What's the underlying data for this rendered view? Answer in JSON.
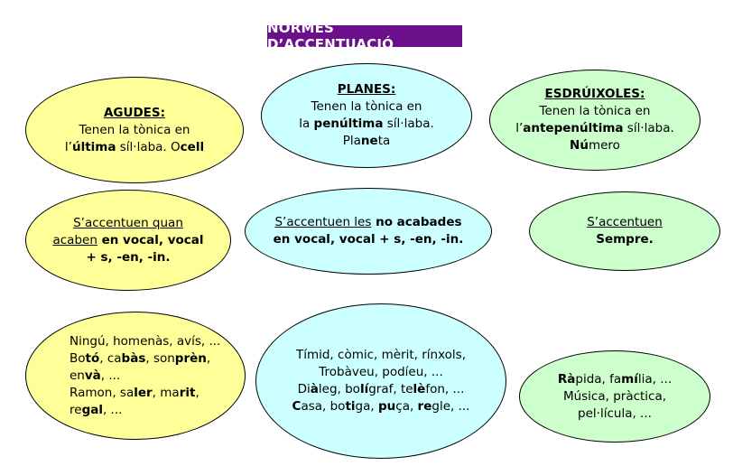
{
  "title": "NORMES D’ACCENTUACIÓ",
  "row1": {
    "agudes": {
      "heading": "AGUDES:",
      "l1": "Tenen la tònica en",
      "l2a": "l’",
      "l2b": "última",
      "l2c": " síl·laba. O",
      "l2d": "cell"
    },
    "planes": {
      "heading": "PLANES:",
      "l1": "Tenen la tònica en",
      "l2a": "la ",
      "l2b": "penúltima",
      "l2c": " síl·laba.",
      "l3a": "Pla",
      "l3b": "ne",
      "l3c": "ta"
    },
    "esdruixoles": {
      "heading": "ESDRÚIXOLES:",
      "l1": "Tenen la tònica en",
      "l2a": "l’",
      "l2b": "antepenúltima",
      "l2c": " síl·laba.",
      "l3a": "Nú",
      "l3b": "mero"
    }
  },
  "row2": {
    "agudes": {
      "l1": "S’accentuen quan",
      "l2a": "acaben",
      "l2b": " en vocal, vocal",
      "l3": "+ s, -en, -in."
    },
    "planes": {
      "l1a": "S’accentuen les",
      "l1b": " no acabades",
      "l2": "en vocal, vocal + s, -en, -in."
    },
    "esdruixoles": {
      "l1": "S’accentuen",
      "l2": "Sempre."
    }
  },
  "row3": {
    "agudes": {
      "l1": "Ningú, homenàs, avís, ...",
      "l2": [
        [
          "Bo",
          ""
        ],
        [
          "tó",
          "b"
        ],
        [
          ",  ca",
          ""
        ],
        [
          "bàs",
          "b"
        ],
        [
          ",  son",
          ""
        ],
        [
          "prèn",
          "b"
        ],
        [
          ",",
          ""
        ]
      ],
      "l3": [
        [
          "en",
          ""
        ],
        [
          "và",
          "b"
        ],
        [
          ", ...",
          ""
        ]
      ],
      "l4": [
        [
          "Ramon,   sa",
          ""
        ],
        [
          "ler",
          "b"
        ],
        [
          ",   ma",
          ""
        ],
        [
          "rit",
          "b"
        ],
        [
          ",",
          ""
        ]
      ],
      "l5": [
        [
          "re",
          ""
        ],
        [
          "gal",
          "b"
        ],
        [
          ", ...",
          ""
        ]
      ]
    },
    "planes": {
      "l1": "Tímid, còmic, mèrit, rínxols,",
      "l2": "Trobàveu, podíeu, ...",
      "l3": [
        [
          "Di",
          ""
        ],
        [
          "à",
          "b"
        ],
        [
          "leg, bo",
          ""
        ],
        [
          "lí",
          "b"
        ],
        [
          "graf, te",
          ""
        ],
        [
          "lè",
          "b"
        ],
        [
          "fon, ...",
          ""
        ]
      ],
      "l4": [
        [
          "C",
          "b"
        ],
        [
          "asa, bo",
          ""
        ],
        [
          "ti",
          "b"
        ],
        [
          "ga, ",
          ""
        ],
        [
          "pu",
          "b"
        ],
        [
          "ça, ",
          ""
        ],
        [
          "re",
          "b"
        ],
        [
          "gle, ...",
          ""
        ]
      ]
    },
    "esdruixoles": {
      "l1": [
        [
          "Rà",
          "b"
        ],
        [
          "pida, fa",
          ""
        ],
        [
          "mí",
          "b"
        ],
        [
          "lia, ...",
          ""
        ]
      ],
      "l2": "Música, pràctica,",
      "l3": "pel·lícula, ..."
    }
  }
}
